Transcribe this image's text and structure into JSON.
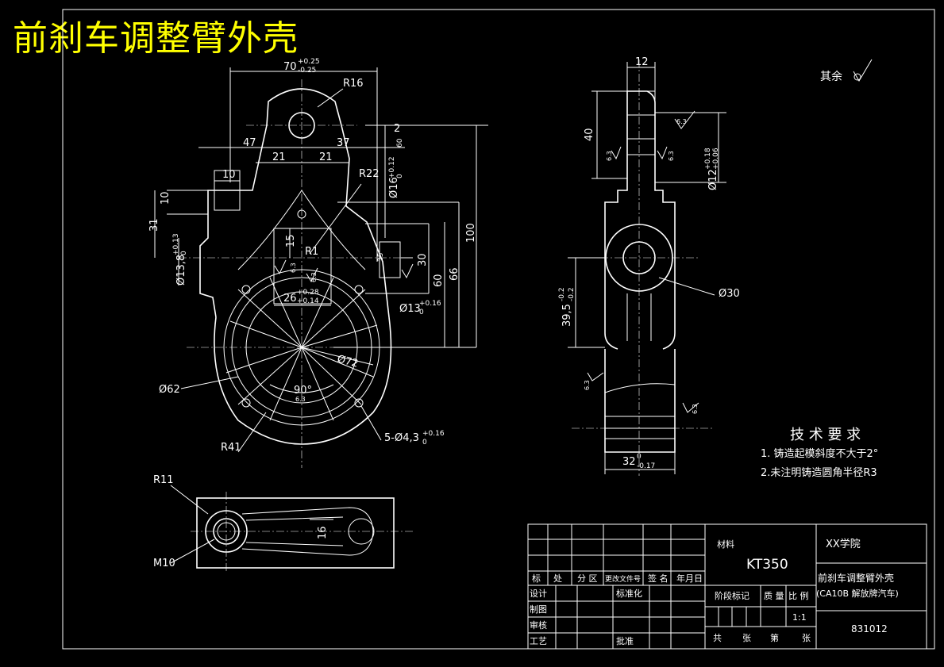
{
  "title": "前刹车调整臂外壳",
  "dims": {
    "d70": "70",
    "d70_tol_up": "+0.25",
    "d70_tol_low": "-0.25",
    "r16": "R16",
    "d47": "47",
    "d37": "37",
    "d21a": "21",
    "d21b": "21",
    "d10a": "10",
    "d10b": "10",
    "d2": "2",
    "d_slope": "60",
    "r22": "R22",
    "d16": "Ø16",
    "d16_tol_up": "+0.12",
    "d16_tol_low": "0",
    "d31": "31",
    "d13_8": "Ø13,8",
    "d13_8_tol_up": "+0.13",
    "d13_8_tol_low": "0",
    "d15": "15",
    "r1": "R1",
    "d35": "35",
    "d30": "30",
    "d60": "60",
    "d66": "66",
    "d100": "100",
    "d26": "26",
    "d26_tol_up": "+0.28",
    "d26_tol_low": "+0.14",
    "d13": "Ø13",
    "d13_tol_up": "+0.16",
    "d13_tol_low": "0",
    "d72": "Ø72",
    "d62": "Ø62",
    "d90": "90°",
    "r41": "R41",
    "holes": "5-Ø4,3",
    "holes_tol_up": "+0.16",
    "holes_tol_low": "0",
    "r11": "R11",
    "m10": "M10",
    "d16b": "16",
    "d12": "12",
    "d40": "40",
    "d12r": "Ø12",
    "d12r_tol_up": "+0.18",
    "d12r_tol_low": "+0.06",
    "d30r": "Ø30",
    "d39": "39,5",
    "d39_tol_up": "-0.2",
    "d39_tol_low": "-0.2",
    "d32": "32",
    "d32_tol_up": "0",
    "d32_tol_low": "-0.17"
  },
  "roughness": {
    "r63": "6.3",
    "rest_label": "其余"
  },
  "tech": {
    "heading": "技 术 要 求",
    "item1": "1. 铸造起模斜度不大于2°",
    "item2": "2.未注明铸造圆角半径R3"
  },
  "titleblock": {
    "material_label": "材料",
    "material": "KT350",
    "school": "XX学院",
    "part_name": "前刹车调整臂外壳",
    "vehicle": "(CA10B 解放牌汽车)",
    "drawing_no": "831012",
    "h_mark": "标",
    "h_count": "处",
    "h_zone": "分 区",
    "h_doc": "更改文件号",
    "h_sign": "签 名",
    "h_date": "年月日",
    "design": "设计",
    "std": "标准化",
    "draw": "制图",
    "check": "审核",
    "craft": "工艺",
    "approve": "批准",
    "stage": "阶段标记",
    "weight": "质 量",
    "scale_label": "比 例",
    "scale": "1:1",
    "total": "共",
    "sheets": "张",
    "page": "第",
    "sheet": "张"
  }
}
